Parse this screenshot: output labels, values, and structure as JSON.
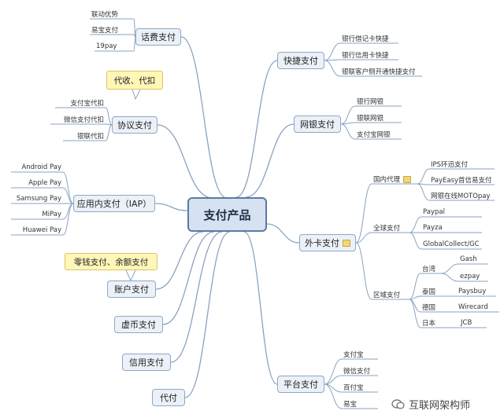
{
  "root": "支付产品",
  "left_branches": {
    "phone_pay": {
      "label": "话费支付",
      "items": [
        "联动优势",
        "易宝支付",
        "19pay"
      ]
    },
    "agreement": {
      "label": "协议支付",
      "callout": "代收、代扣",
      "items": [
        "支付宝代扣",
        "微信支付代扣",
        "银联代扣"
      ]
    },
    "iap": {
      "label": "应用内支付（IAP）",
      "items": [
        "Android Pay",
        "Apple Pay",
        "Samsung Pay",
        "MiPay",
        "Huawei Pay"
      ]
    },
    "account": {
      "label": "账户支付",
      "callout": "零钱支付、余额支付"
    },
    "virtual": {
      "label": "虚币支付"
    },
    "credit": {
      "label": "信用支付"
    },
    "proxy": {
      "label": "代付"
    }
  },
  "right_branches": {
    "quick": {
      "label": "快捷支付",
      "items": [
        "银行借记卡快捷",
        "银行信用卡快捷",
        "银联客户侧开通快捷支付"
      ]
    },
    "netbank": {
      "label": "网银支付",
      "items": [
        "银行网银",
        "银联网银",
        "支付宝网银"
      ]
    },
    "foreign": {
      "label": "外卡支付",
      "domestic": {
        "label": "国内代理",
        "items": [
          "IPS环迅支付",
          "PayEasy首信易支付",
          "网银在线MOTOpay"
        ]
      },
      "global": {
        "label": "全球支付",
        "items": [
          "Paypal",
          "Payza",
          "GlobalCollect/GC"
        ]
      },
      "regional": {
        "label": "区域支付",
        "regions": [
          {
            "label": "台湾",
            "items": [
              "Gash",
              "ezpay"
            ]
          },
          {
            "label": "泰国",
            "items": [
              "Paysbuy"
            ]
          },
          {
            "label": "德国",
            "items": [
              "Wirecard"
            ]
          },
          {
            "label": "日本",
            "items": [
              "JCB"
            ]
          }
        ]
      }
    },
    "platform": {
      "label": "平台支付",
      "items": [
        "支付宝",
        "微信支付",
        "百付宝",
        "易宝"
      ]
    }
  },
  "watermark": "互联网架构师",
  "colors": {
    "line": "#8aa3c0",
    "topic_border": "#8ea7c4",
    "callout": "#fff6b8",
    "root": "#d6e2f1"
  }
}
